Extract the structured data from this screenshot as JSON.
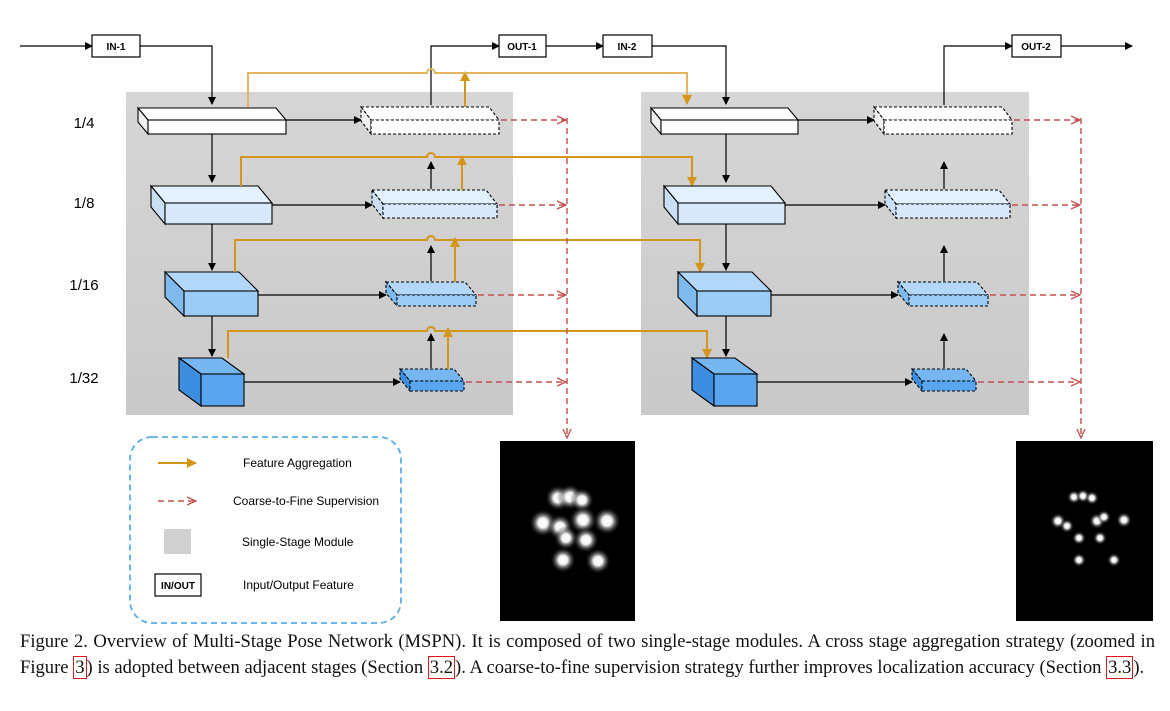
{
  "figure": {
    "scales": [
      "1/4",
      "1/8",
      "1/16",
      "1/32"
    ],
    "io": {
      "in1": "IN-1",
      "out1": "OUT-1",
      "in2": "IN-2",
      "out2": "OUT-2"
    },
    "legend": {
      "feature_aggregation": "Feature Aggregation",
      "coarse_to_fine": "Coarse-to-Fine Supervision",
      "single_stage": "Single-Stage Module",
      "io_box": "IN/OUT",
      "io_feature": "Input/Output Feature"
    },
    "colors": {
      "aggregation": "#d4951c",
      "supervision": "#c0504d",
      "stage_bg": "#d9d9d9",
      "level_1_4": "#ffffff",
      "level_1_8": "#d7e9fb",
      "level_1_16": "#9ccbf6",
      "level_1_32": "#5aa6ee",
      "legend_border": "#5aaeea"
    }
  },
  "caption": {
    "lead": "Figure 2. Overview of Multi-Stage Pose Network (MSPN). It is composed of two single-stage modules. A cross stage aggregation strategy (zoomed in Figure ",
    "ref1": "3",
    "mid1": ") is adopted between adjacent stages (Section ",
    "ref2": "3.2",
    "mid2": "). A coarse-to-fine supervision strategy further improves localization accuracy (Section ",
    "ref3": "3.3",
    "end": ")."
  }
}
